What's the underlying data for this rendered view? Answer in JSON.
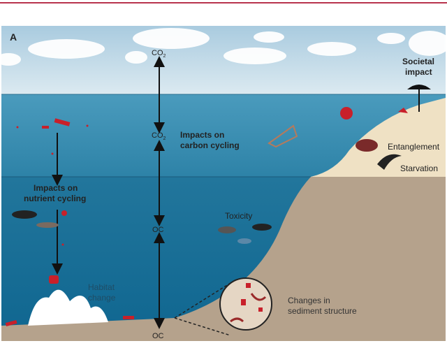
{
  "panel_label": "A",
  "labels": {
    "co2_top": "CO",
    "co2_mid": "CO",
    "co2_sub": "2",
    "oc_mid": "OC",
    "oc_bottom": "OC",
    "carbon_1": "Impacts on",
    "carbon_2": "carbon cycling",
    "nutrient_1": "Impacts on",
    "nutrient_2": "nutrient cycling",
    "societal_1": "Societal",
    "societal_2": "impact",
    "entanglement": "Entanglement",
    "starvation": "Starvation",
    "toxicity": "Toxicity",
    "habitat_1": "Habitat",
    "habitat_2": "change",
    "sediment_1": "Changes in",
    "sediment_2": "sediment structure"
  },
  "colors": {
    "accent": "#b8334d",
    "sky": "#bcd7e6",
    "surface_water": "#3f8fb1",
    "deep_water": "#1b6f96",
    "sediment": "#b3a08a",
    "beach": "#efe0c3",
    "plastic": "#c8202a"
  }
}
